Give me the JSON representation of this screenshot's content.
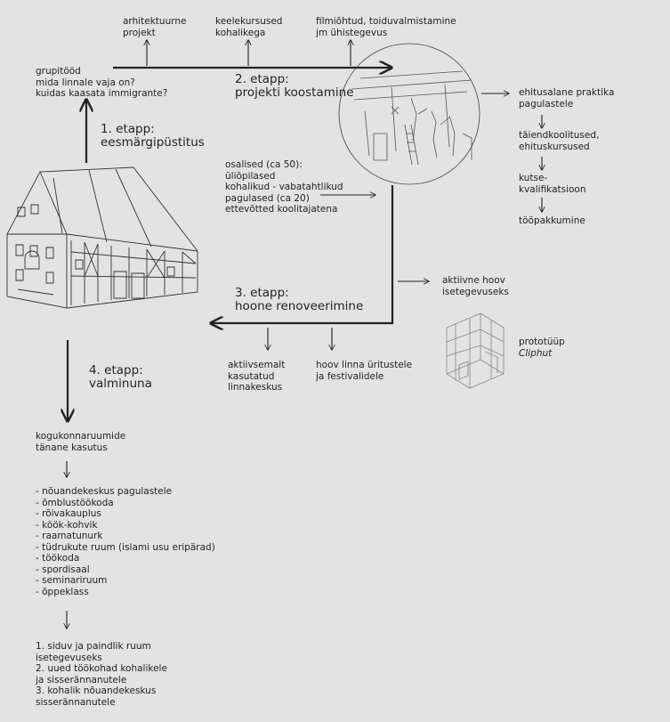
{
  "top_notes": {
    "arhitektuurne": "arhitektuurne\nprojekt",
    "keelekursused": "keelekursused\nkohalikega",
    "filmiohtud": "filmiõhtud, toiduvalmistamine\njm ühistegevus"
  },
  "grupitood": "grupitööd\nmida linnale vaja on?\nkuidas kaasata immigrante?",
  "stage1": "1. etapp:\neesmärgipüstitus",
  "stage2": "2. etapp:\nprojekti koostamine",
  "stage3": "3. etapp:\nhoone renoveerimine",
  "stage4": "4. etapp:\nvalminuna",
  "participants": "osalised (ca 50):\nüliõpilased\nkohalikud - vabatahtlikud\npagulased (ca 20)\nettevõtted koolitajatena",
  "training_chain": [
    "ehitusalane praktika\npagulastele",
    "täiendkoolitused,\nehituskursused",
    "kutse-\nkvalifikatsioon",
    "tööpakkumine"
  ],
  "yard": "aktiivne hoov\nisetegevuseks",
  "prototype": "prototüüp\nCliphut",
  "active_center": "aktiivsemalt\nkasutatud\nlinnakeskus",
  "yard_events": "hoov linna üritustele\nja festivalidele",
  "community": "kogukonnaruumide\ntänane kasutus",
  "uses_list": "- nõuandekeskus pagulastele\n- õmblustöökoda\n- rõivakauplus\n- köök-kohvik\n- raamatunurk\n- tüdrukute ruum (islami usu eripärad)\n- töökoda\n- spordisaal\n- seminariruum\n- õppeklass",
  "outcomes": "1. siduv ja paindlik ruum\nisetegevuseks\n2. uued töökohad kohalikele\nja sisserännanutele\n3. kohalik nõuandekeskus\nsisserännanutele",
  "colors": {
    "background": "#e3e3e3",
    "ink": "#222222"
  },
  "icons": [
    "barn-house-sketch",
    "workshop-circle-sketch",
    "cliphut-prototype-sketch"
  ]
}
